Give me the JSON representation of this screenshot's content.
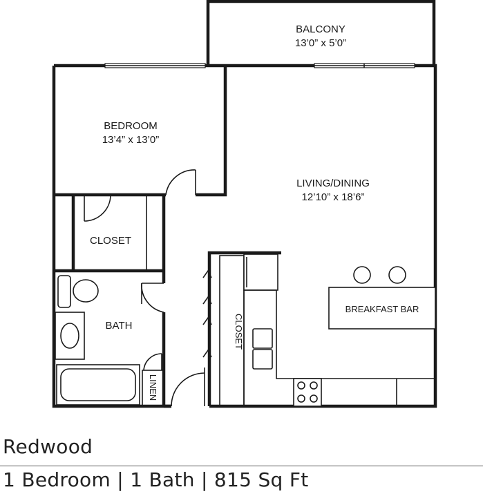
{
  "rooms": {
    "balcony": {
      "name": "BALCONY",
      "size": "13’0” x 5’0”"
    },
    "bedroom": {
      "name": "BEDROOM",
      "size": "13’4” x 13’0”"
    },
    "living": {
      "name": "LIVING/DINING",
      "size": "12’10” x 18’6”"
    },
    "closet": {
      "name": "CLOSET"
    },
    "bath": {
      "name": "BATH"
    },
    "hall_closet": {
      "name": "CLOSET"
    },
    "linen": {
      "name": "LINEN"
    },
    "breakfast_bar": {
      "name": "BREAKFAST BAR"
    }
  },
  "plan": {
    "name": "Redwood",
    "summary": "1 Bedroom  |  1 Bath  |  815 Sq Ft"
  }
}
